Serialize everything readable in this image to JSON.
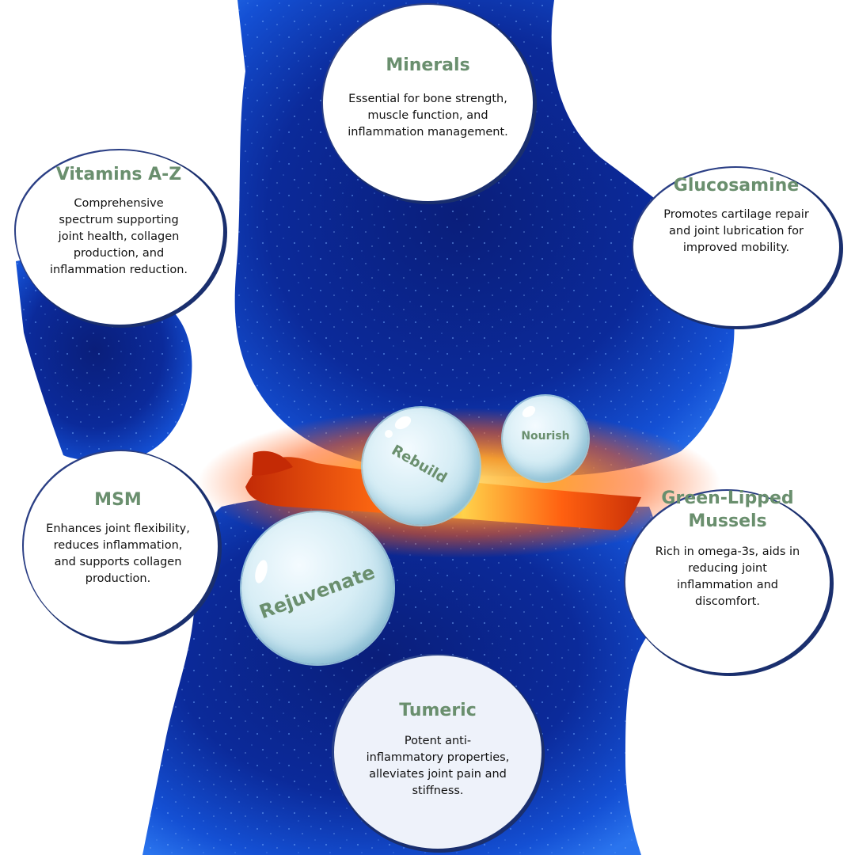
{
  "cards": {
    "minerals": {
      "title": "Minerals",
      "desc": [
        "Essential for bone strength,",
        "muscle function, and",
        "inflammation management."
      ]
    },
    "vitamins": {
      "title": "Vitamins A-Z",
      "desc": [
        "Comprehensive",
        "spectrum supporting",
        "joint health, collagen",
        "production, and",
        "inflammation reduction."
      ]
    },
    "glucosamine": {
      "title": "Glucosamine",
      "desc": [
        "Promotes cartilage repair",
        "and joint lubrication for",
        "improved mobility."
      ]
    },
    "msm": {
      "title": "MSM",
      "desc": [
        "Enhances joint flexibility,",
        "reduces inflammation,",
        "and supports collagen",
        "production."
      ]
    },
    "mussels": {
      "title_lines": [
        "Green-Lipped",
        "Mussels"
      ],
      "desc": [
        "Rich in omega-3s, aids in",
        "reducing joint",
        "inflammation and",
        "discomfort."
      ]
    },
    "tumeric": {
      "title": "Tumeric",
      "desc": [
        "Potent anti-",
        "inflammatory properties,",
        "alleviates joint pain and",
        "stiffness."
      ]
    }
  },
  "bubbles": {
    "rebuild": "Rebuild",
    "nourish": "Nourish",
    "rejuvenate": "Rejuvenate"
  },
  "colors": {
    "title_green": "#6a8f6e",
    "bone_blue": "#0d2f9e",
    "cartilage_orange": "#ff5a10"
  }
}
